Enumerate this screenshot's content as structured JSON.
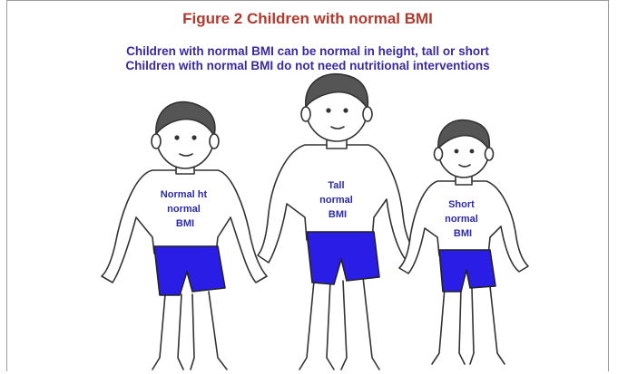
{
  "figure": {
    "title": "Figure  2 Children with  normal  BMI",
    "subtitle_lines": [
      "Children with normal BMI can be normal in height, tall or short",
      "Children with normal BMI do not need nutritional interventions"
    ]
  },
  "children": [
    {
      "label_lines": [
        "Normal ht",
        "normal",
        "BMI"
      ]
    },
    {
      "label_lines": [
        "Tall",
        "normal",
        "BMI"
      ]
    },
    {
      "label_lines": [
        "Short",
        "normal",
        "BMI"
      ]
    }
  ],
  "colors": {
    "title": "#b03a2e",
    "subtitle": "#3a2aa0",
    "shorts": "#2a1ee6",
    "label": "#2b2aa8"
  }
}
